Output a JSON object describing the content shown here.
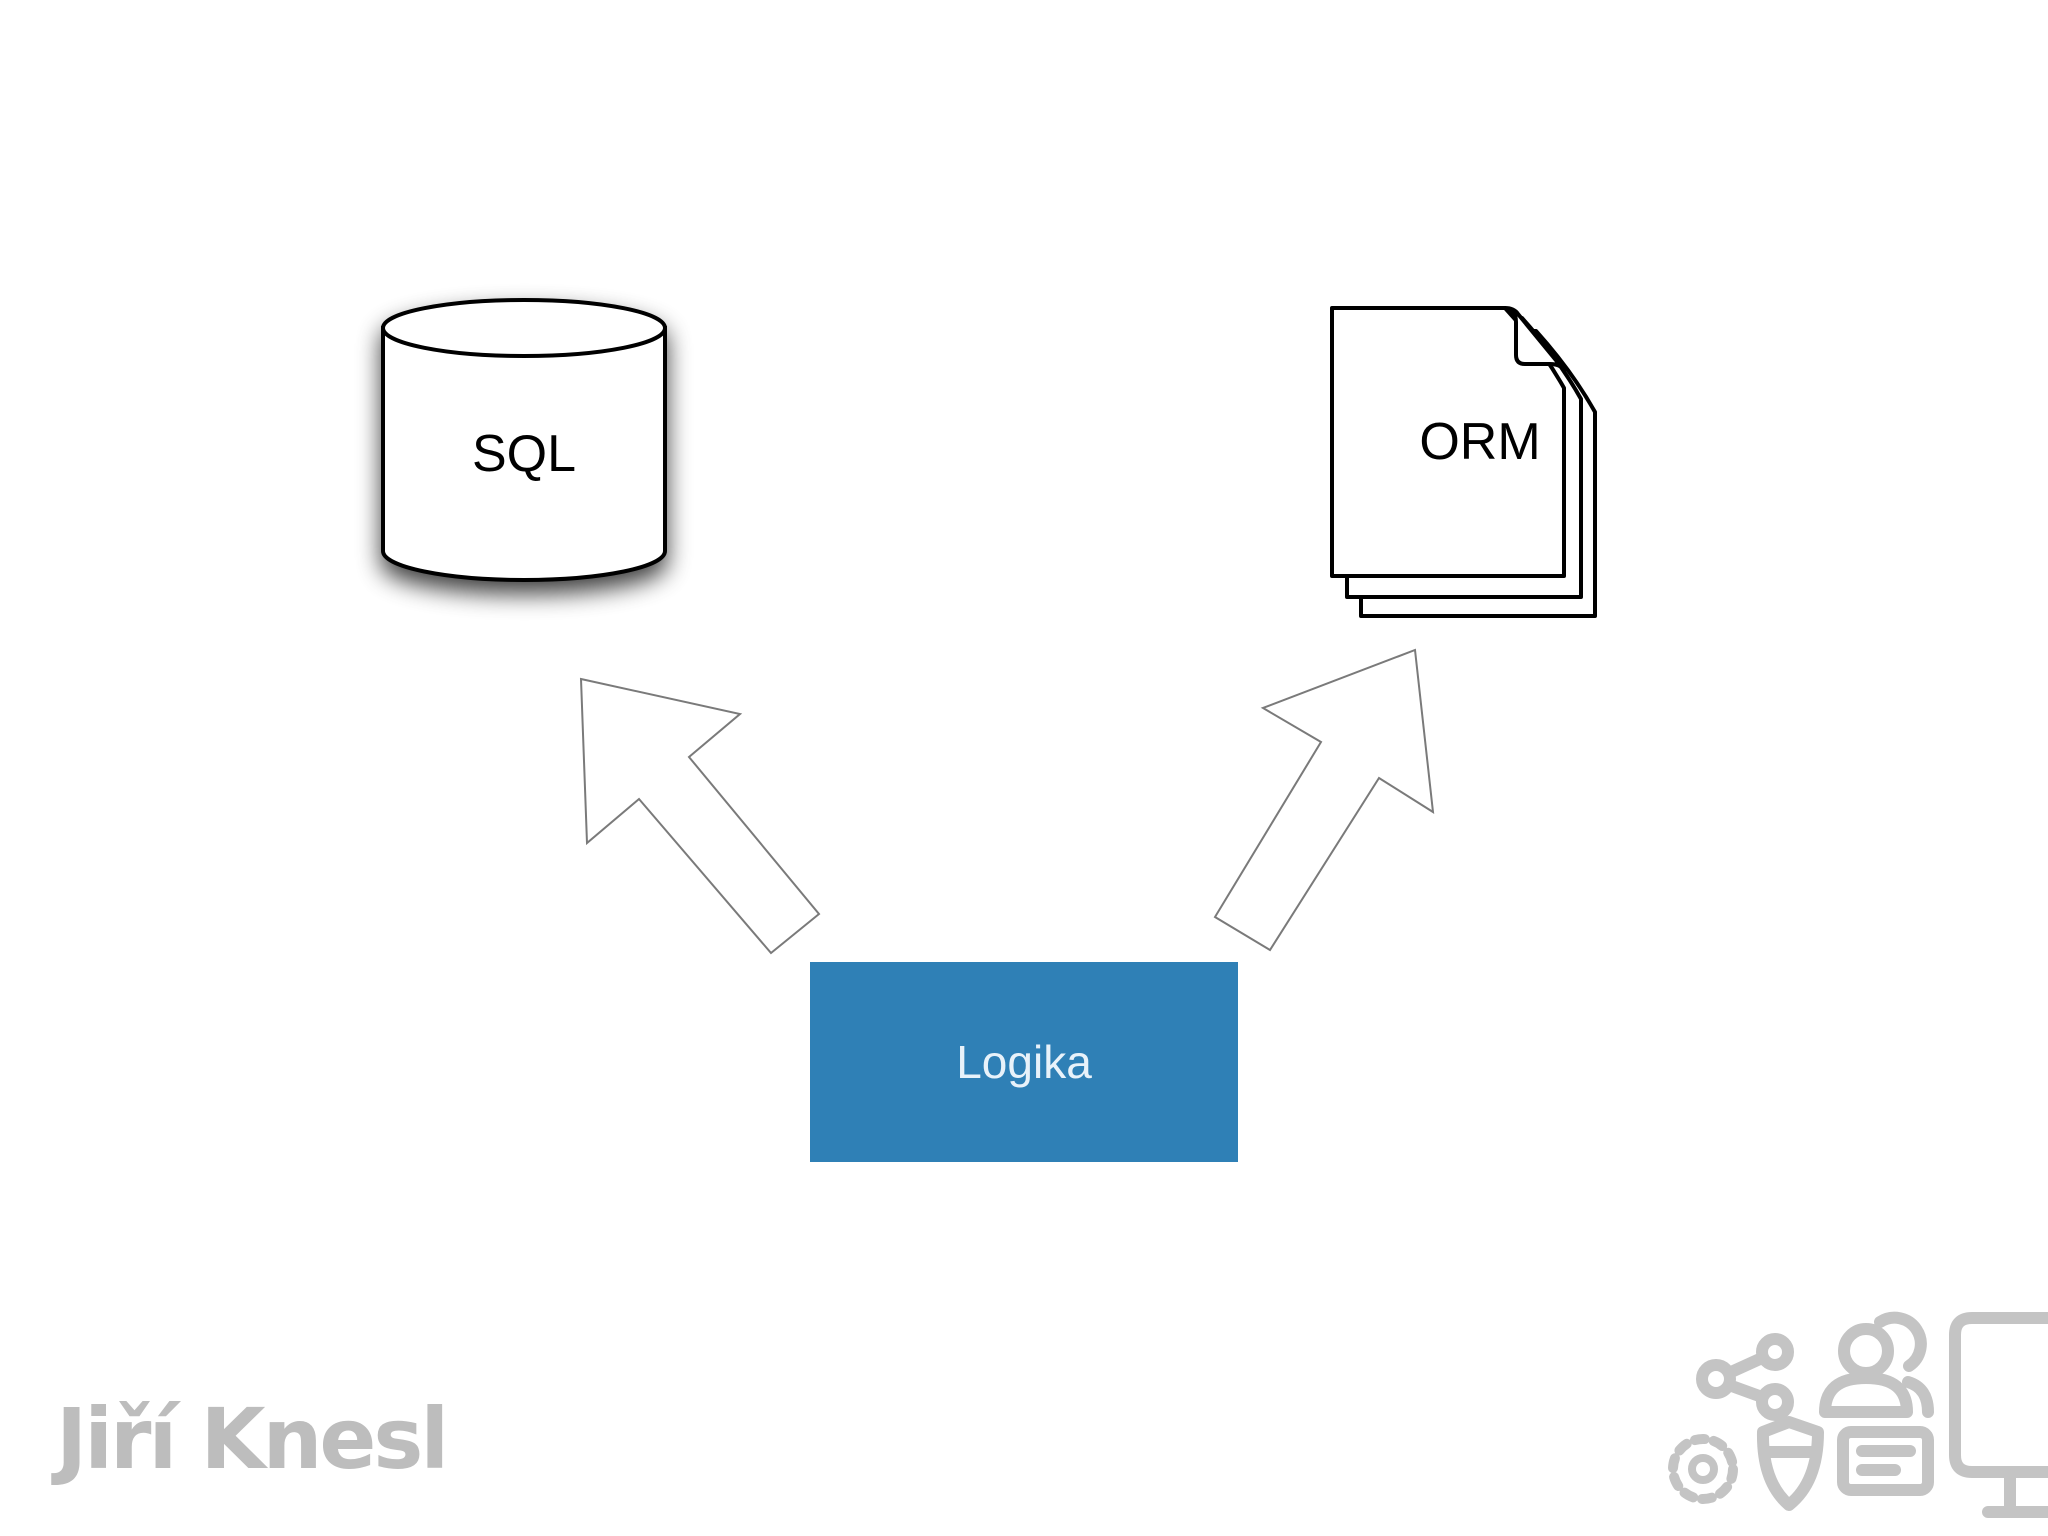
{
  "slide": {
    "database_label": "SQL",
    "documents_label": "ORM",
    "logic_label": "Logika",
    "author": "Jiří Knesl"
  },
  "colors": {
    "logic_box": "#2f80b6",
    "logic_text": "#e8f2fa",
    "arrow_stroke": "#7a7a7a",
    "brand_gray": "#bdbdbd"
  },
  "icons": [
    "database-icon",
    "documents-icon",
    "share-icon",
    "users-icon",
    "gear-icon",
    "shield-icon",
    "message-icon",
    "monitor-icon"
  ]
}
